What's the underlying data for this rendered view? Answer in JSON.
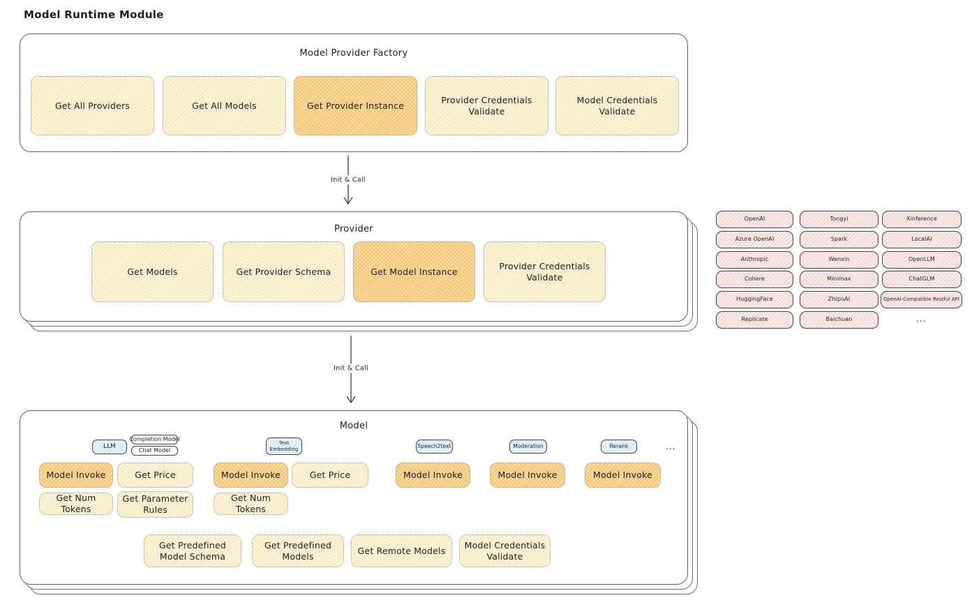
{
  "title": "Model Runtime Module",
  "factory": {
    "title": "Model Provider Factory",
    "boxes": [
      "Get All Providers",
      "Get All Models",
      "Get Provider Instance",
      "Provider Credentials Validate",
      "Model Credentials Validate"
    ]
  },
  "provider": {
    "title": "Provider",
    "boxes": [
      "Get Models",
      "Get Provider Schema",
      "Get Model Instance",
      "Provider Credentials Validate"
    ]
  },
  "arrows": {
    "label1": "Init & Call",
    "label2": "Init & Call"
  },
  "providers": {
    "column1": [
      "OpenAI",
      "Azure OpenAI",
      "Anthropic",
      "Cohere",
      "HuggingFace",
      "Replicate"
    ],
    "column2": [
      "Tongyi",
      "Spark",
      "Wenxin",
      "Minimax",
      "ZhipuAI",
      "Baichuan"
    ],
    "column3": [
      "Xinference",
      "LocalAI",
      "OpenLLM",
      "ChatGLM",
      "OpenAI-Compatible Restful API"
    ],
    "ellipsis": "..."
  },
  "model": {
    "title": "Model",
    "ellipsis": "...",
    "types": {
      "llm": "LLM",
      "completion": "Completion Model",
      "chat": "Chat Model",
      "text_embedding": "Text Embedding",
      "speech2text": "Speech2text",
      "moderation": "Moderation",
      "rerank": "Rerank"
    },
    "functions": {
      "model_invoke": "Model Invoke",
      "get_price": "Get Price",
      "get_num_tokens": "Get Num Tokens",
      "get_parameter_rules": "Get Parameter Rules",
      "get_predefined_model_schema": "Get Predefined Model Schema",
      "get_predefined_models": "Get Predefined Models",
      "get_remote_models": "Get Remote Models",
      "model_credentials_validate": "Model Credentials Validate"
    }
  },
  "colors": {
    "highlight_orange": "#f5b969",
    "soft_yellow": "#fdf5d9",
    "provider_pink": "#fbeaea",
    "type_blue": "#eaf4fb",
    "ink": "#1e1e1e"
  }
}
